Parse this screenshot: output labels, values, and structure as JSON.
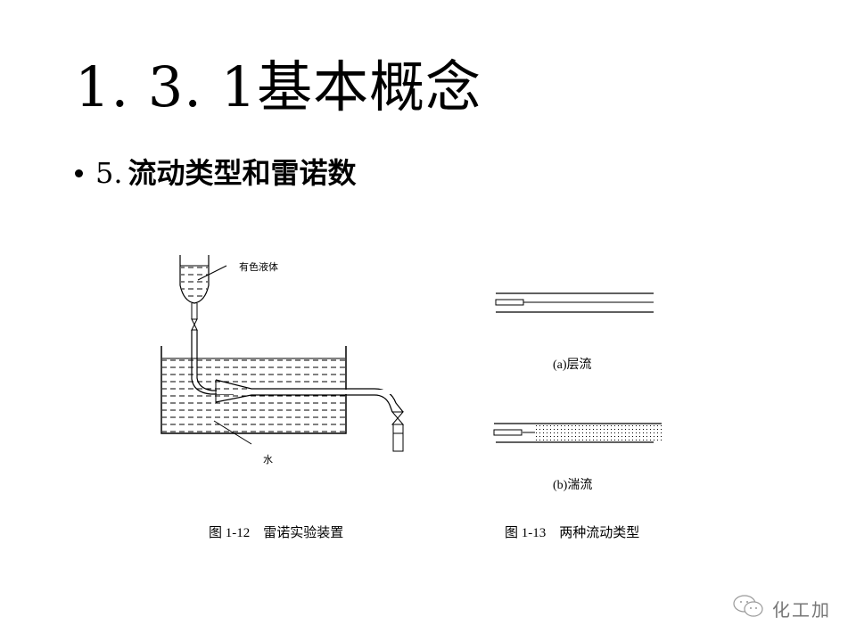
{
  "slide": {
    "title": "1. 3. 1基本概念",
    "bullet": {
      "number": "5.",
      "text": "流动类型和雷诺数"
    }
  },
  "figure_left": {
    "labels": {
      "colored_liquid": "有色液体",
      "water": "水"
    },
    "caption": "图 1-12    雷诺实验装置"
  },
  "figure_right": {
    "labels": {
      "laminar": "(a)层流",
      "turbulent": "(b)湍流"
    },
    "caption": "图 1-13    两种流动类型"
  },
  "watermark": {
    "icon": "wechat-icon",
    "text": "化工加"
  }
}
